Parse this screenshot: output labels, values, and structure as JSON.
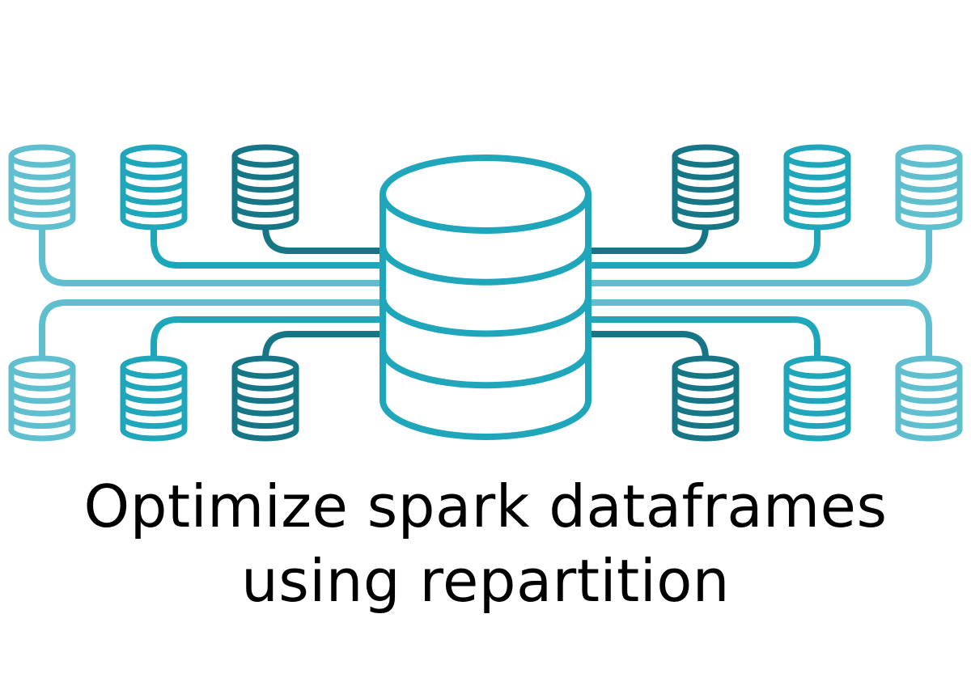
{
  "caption": {
    "line1": "Optimize spark dataframes",
    "line2": "using repartition"
  },
  "colors": {
    "outer": "#5fbfcf",
    "middle": "#20a6ba",
    "inner": "#177686",
    "center": "#1fa6bb",
    "text": "#000000",
    "background": "#ffffff"
  },
  "diagram": {
    "center_node": {
      "name": "central-database",
      "color_key": "center",
      "bands": 4
    },
    "partitions": [
      {
        "name": "partition-top-left-outer",
        "color_key": "outer",
        "bands": 5
      },
      {
        "name": "partition-top-left-middle",
        "color_key": "middle",
        "bands": 5
      },
      {
        "name": "partition-top-left-inner",
        "color_key": "inner",
        "bands": 5
      },
      {
        "name": "partition-top-right-inner",
        "color_key": "inner",
        "bands": 5
      },
      {
        "name": "partition-top-right-middle",
        "color_key": "middle",
        "bands": 5
      },
      {
        "name": "partition-top-right-outer",
        "color_key": "outer",
        "bands": 5
      },
      {
        "name": "partition-bottom-left-outer",
        "color_key": "outer",
        "bands": 5
      },
      {
        "name": "partition-bottom-left-middle",
        "color_key": "middle",
        "bands": 5
      },
      {
        "name": "partition-bottom-left-inner",
        "color_key": "inner",
        "bands": 5
      },
      {
        "name": "partition-bottom-right-inner",
        "color_key": "inner",
        "bands": 5
      },
      {
        "name": "partition-bottom-right-middle",
        "color_key": "middle",
        "bands": 5
      },
      {
        "name": "partition-bottom-right-outer",
        "color_key": "outer",
        "bands": 5
      }
    ]
  }
}
